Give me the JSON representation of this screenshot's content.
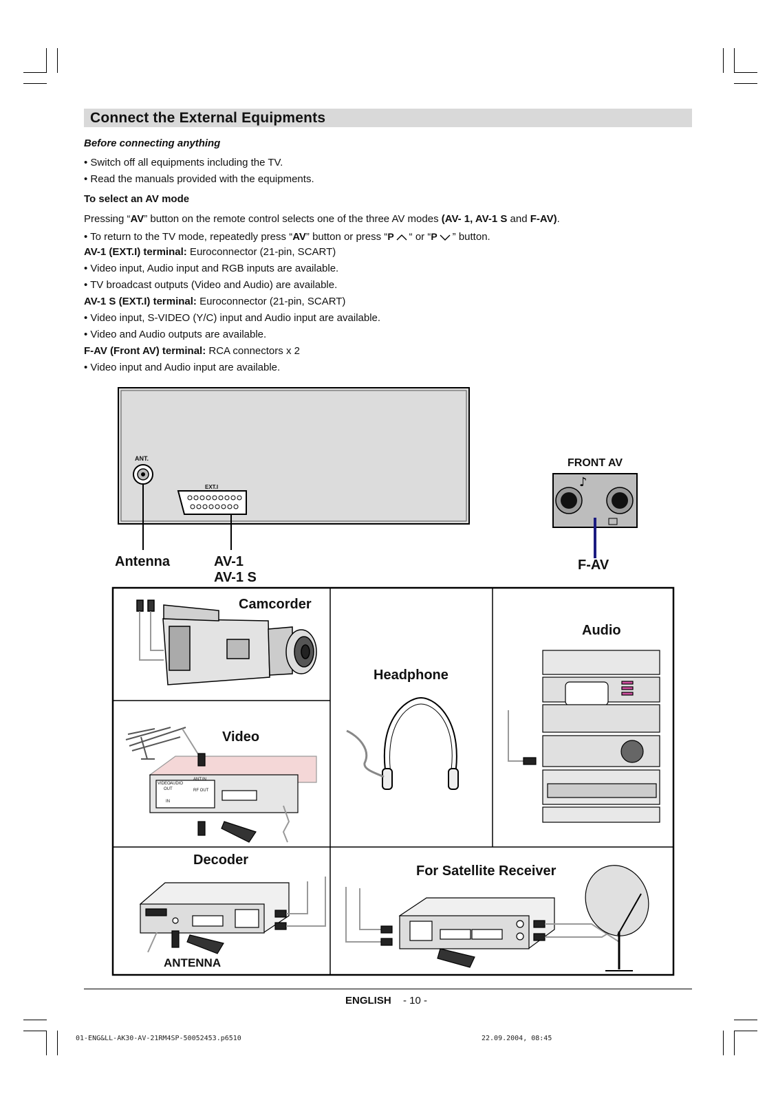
{
  "heading": "Connect the External Equipments",
  "before": {
    "title": "Before connecting anything",
    "items": [
      "• Switch off all equipments including the TV.",
      "• Read the manuals provided with the equipments."
    ]
  },
  "avmode": {
    "title": "To select an AV mode",
    "p1_a": "Pressing “",
    "p1_b": "AV",
    "p1_c": "” button on the remote control selects one of the three AV modes ",
    "p1_d": "(AV- 1, AV-1 S",
    "p1_e": " and ",
    "p1_f": "F-AV)",
    "p1_g": ".",
    "p2_a": "• To return to the TV mode, repeatedly press “",
    "p2_b": "AV",
    "p2_c": "” button or press “",
    "p2_d": "P",
    "p2_e": "“ or “",
    "p2_f": "P",
    "p2_g": "” button.",
    "av1_label": "AV-1 (EXT.I) terminal:",
    "av1_value": " Euroconnector (21-pin, SCART)",
    "av1_items": [
      "• Video input, Audio input and RGB inputs are available.",
      "• TV broadcast outputs (Video and Audio) are available."
    ],
    "av1s_label": "AV-1 S (EXT.I) terminal:",
    "av1s_value": " Euroconnector (21-pin, SCART)",
    "av1s_items": [
      "• Video input, S-VIDEO (Y/C) input and Audio input are available.",
      "• Video and Audio outputs are available."
    ],
    "fav_label": "F-AV (Front AV) terminal:",
    "fav_value": " RCA connectors x 2",
    "fav_items": [
      "• Video input and Audio input are available."
    ]
  },
  "diagram": {
    "ant_port": "ANT.",
    "ext_port": "EXT.I",
    "front_av": "FRONT AV",
    "antenna": "Antenna",
    "av1": "AV-1",
    "av1s": "AV-1 S",
    "fav": "F-AV",
    "camcorder": "Camcorder",
    "headphone": "Headphone",
    "audio": "Audio",
    "video": "Video",
    "decoder": "Decoder",
    "antenna_caps": "ANTENNA",
    "satellite": "For Satellite Receiver",
    "vcr_video": "VIDEO",
    "vcr_audio": "AUDIO",
    "vcr_out": "OUT",
    "vcr_in": "IN",
    "vcr_antin": "ANT.IN",
    "vcr_rfout": "RF OUT"
  },
  "footer": {
    "lang": "ENGLISH",
    "page": "- 10 -"
  },
  "slug": {
    "file": "01-ENG&LL-AK30-AV-21RM4SP-50052453.p6510",
    "date": "22.09.2004, 08:45"
  }
}
